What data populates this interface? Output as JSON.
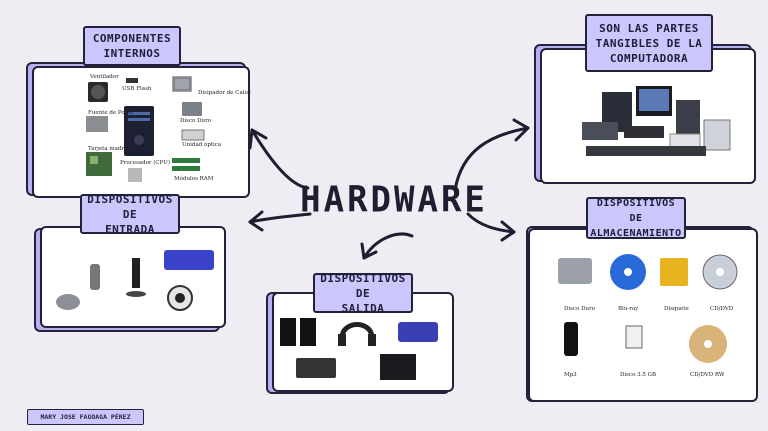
{
  "title": "HARDWARE",
  "author": "MARY JOSE FAGOAGA PÉREZ",
  "components": {
    "label_line1": "COMPONENTES",
    "label_line2": "INTERNOS",
    "parts": [
      "Ventilador",
      "USB Flash",
      "Disipador de Calor",
      "Disco Duro",
      "Fuente de Poder",
      "Unidad óptica",
      "Tarjeta madre",
      "Procesador (CPU)",
      "Módulos RAM"
    ]
  },
  "tangible": {
    "line1": "SON LAS PARTES",
    "line2": "TANGIBLES DE LA",
    "line3": "COMPUTADORA"
  },
  "input": {
    "line1": "DISPOSITIVOS DE",
    "line2": "ENTRADA"
  },
  "output": {
    "line1": "DISPOSITIVOS DE",
    "line2": "SALIDA"
  },
  "storage": {
    "line1": "DISPOSITIVOS DE",
    "line2": "ALMACENAMIENTO",
    "items": [
      "Disco Duro",
      "Blu-ray",
      "Disquete",
      "CD/DVD",
      "Mp3",
      "Disco 3.5 GB",
      "CD/DVD RW"
    ]
  },
  "colors": {
    "label_bg": "#cbc6fb",
    "shadow": "#b7b0ef",
    "outline": "#22223a",
    "background": "#efecf4"
  }
}
